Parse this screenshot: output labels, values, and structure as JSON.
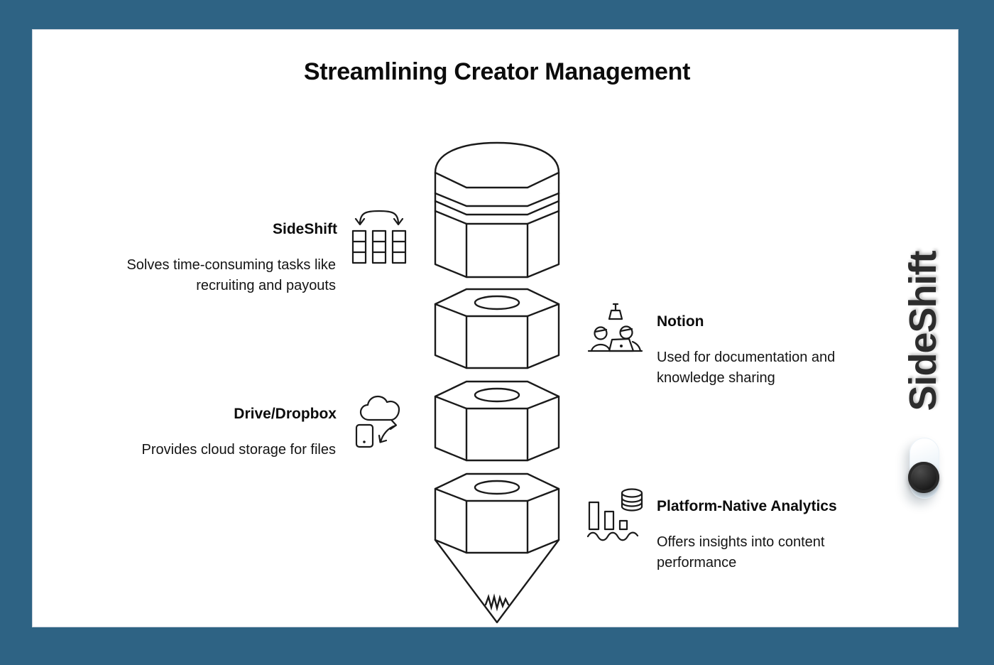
{
  "title": "Streamlining Creator Management",
  "items": [
    {
      "name": "SideShift",
      "description": "Solves time-consuming tasks like recruiting and payouts",
      "side": "left",
      "icon": "kanban-swap-icon"
    },
    {
      "name": "Notion",
      "description": "Used for documentation and knowledge sharing",
      "side": "right",
      "icon": "team-collaboration-icon"
    },
    {
      "name": "Drive/Dropbox",
      "description": "Provides cloud storage for files",
      "side": "left",
      "icon": "cloud-sync-icon"
    },
    {
      "name": "Platform-Native Analytics",
      "description": "Offers insights into content performance",
      "side": "right",
      "icon": "analytics-icon"
    }
  ],
  "illustration": {
    "type": "exploded-pencil",
    "segments": 4
  },
  "watermark": {
    "brand": "SideShift"
  },
  "colors": {
    "frame": "#2e6384",
    "card": "#ffffff",
    "line": "#1a1a1a",
    "text": "#111111",
    "toggle_pill": "#dce9f3",
    "toggle_knob": "#222222"
  }
}
